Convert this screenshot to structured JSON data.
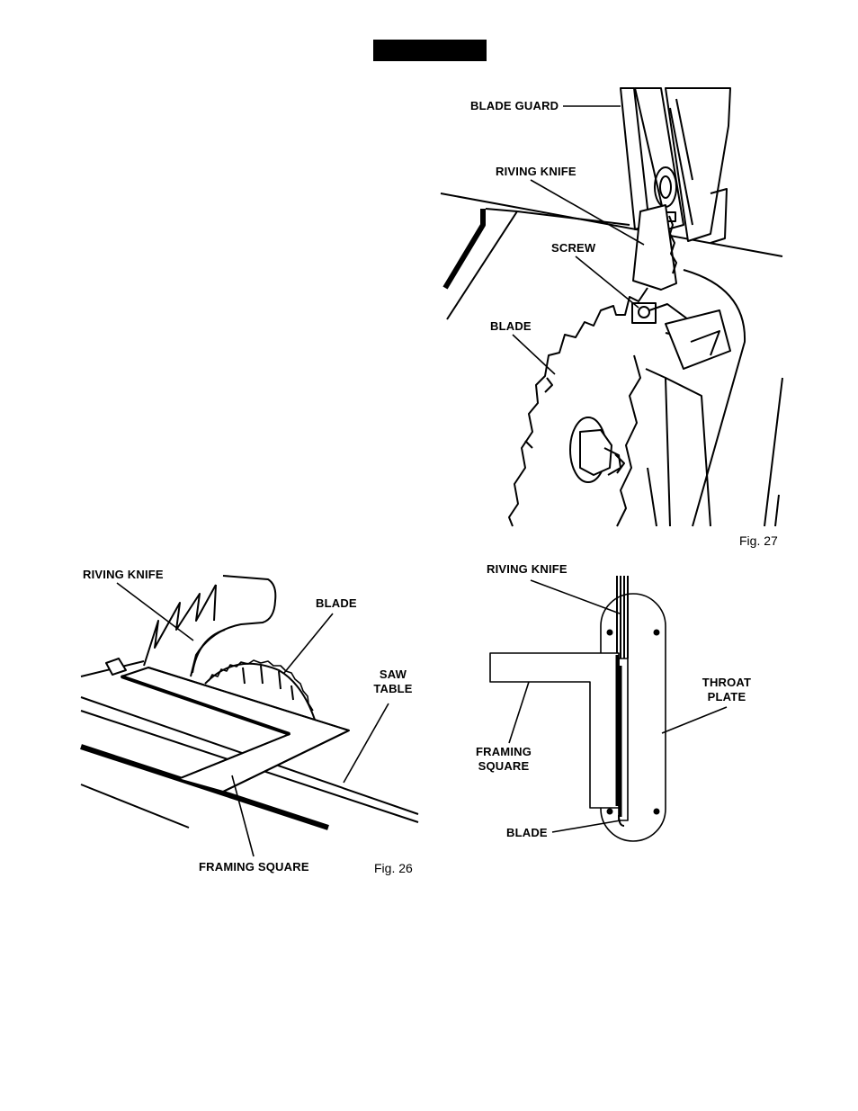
{
  "labels": {
    "blade_guard": "BLADE GUARD",
    "riving_knife_fig27": "RIVING KNIFE",
    "screw": "SCREW",
    "blade_fig27": "BLADE",
    "riving_knife_fig26": "RIVING KNIFE",
    "blade_fig26": "BLADE",
    "saw_table": "SAW\nTABLE",
    "framing_square_fig26": "FRAMING SQUARE",
    "riving_knife_right": "RIVING KNIFE",
    "throat_plate": "THROAT\nPLATE",
    "framing_square_right": "FRAMING\nSQUARE",
    "blade_right": "BLADE"
  },
  "captions": {
    "fig27": "Fig. 27",
    "fig26": "Fig. 26"
  }
}
